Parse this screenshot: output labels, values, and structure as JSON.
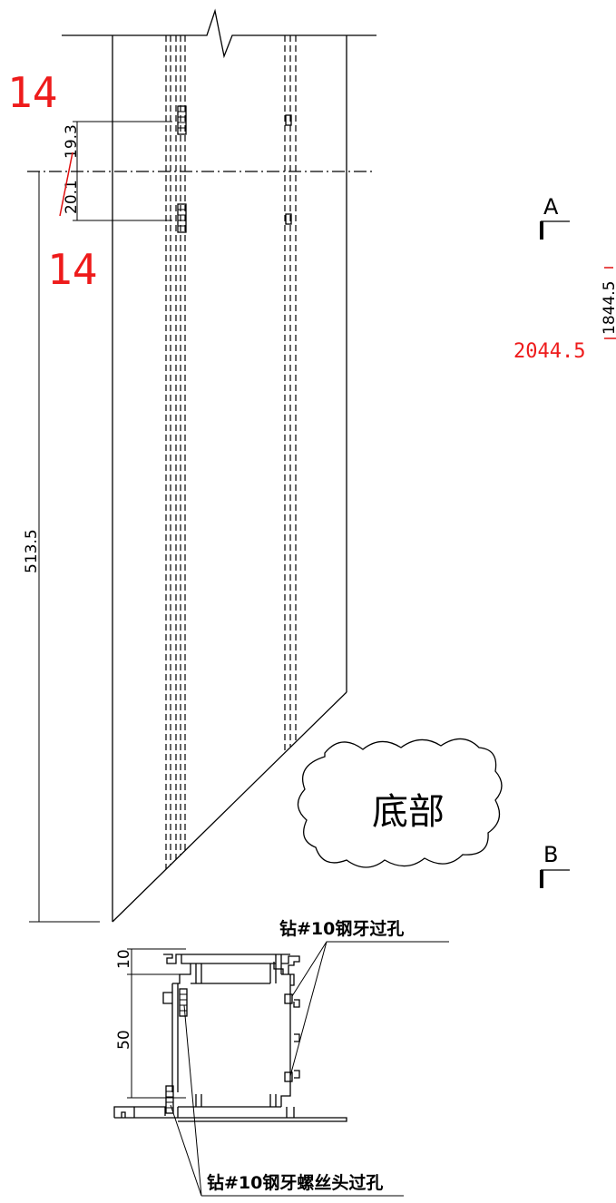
{
  "dimensions": {
    "top_gap": "19.3",
    "bottom_gap": "20.1",
    "overall_length": "513.5",
    "side_dim_struck": "1844.5",
    "side_dim_new": "2044.5",
    "profile_top": "10",
    "profile_span": "50"
  },
  "markups": {
    "top_revision": "14",
    "bottom_revision": "14"
  },
  "section_marks": {
    "upper": "A",
    "lower": "B"
  },
  "cloud_note": "底部",
  "callouts": {
    "drill_hole": "钻#10钢牙过孔",
    "drill_screw_hole": "钻#10钢牙螺丝头过孔"
  }
}
